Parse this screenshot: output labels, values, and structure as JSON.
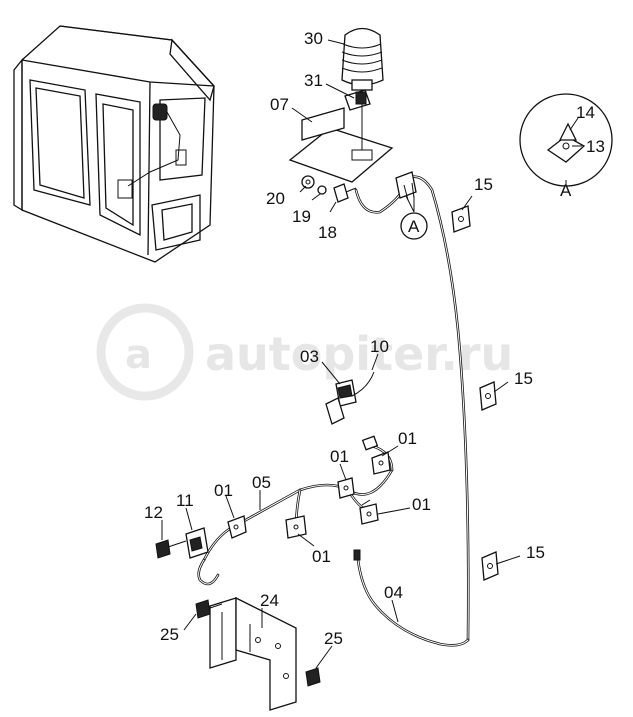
{
  "watermark": "autopiter.ru",
  "detail_view": {
    "letter": "A",
    "caption": "A"
  },
  "callouts": {
    "c30": "30",
    "c31": "31",
    "c07": "07",
    "c20": "20",
    "c19": "19",
    "c18": "18",
    "cA": "A",
    "c14": "14",
    "c13": "13",
    "c15a": "15",
    "c15b": "15",
    "c15c": "15",
    "c03": "03",
    "c10": "10",
    "c01a": "01",
    "c01b": "01",
    "c01c": "01",
    "c01d": "01",
    "c01e": "01",
    "c05": "05",
    "c11": "11",
    "c12": "12",
    "c24": "24",
    "c25a": "25",
    "c25b": "25",
    "c04": "04"
  }
}
